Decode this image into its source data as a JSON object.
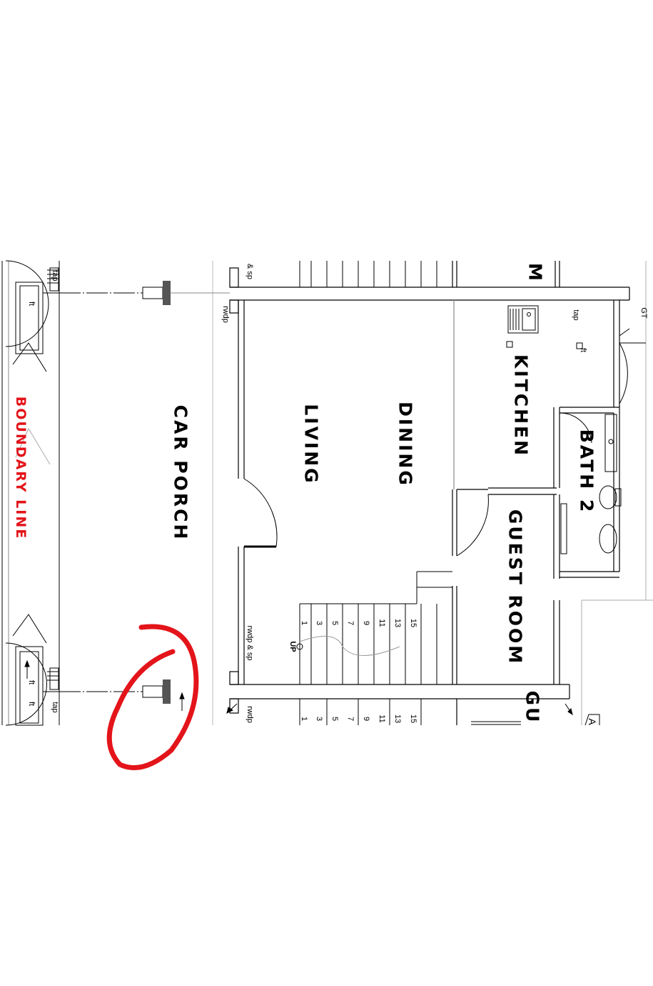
{
  "labels": {
    "boundary": "BOUNDARY LINE",
    "car_porch": "CAR PORCH",
    "living": "LIVING",
    "dining": "DINING",
    "kitchen": "KITCHEN",
    "bath2": "BATH 2",
    "guest_room": "GUEST ROOM",
    "guest_partial": "GU",
    "m_partial": "M",
    "gt": "GT",
    "up": "UP"
  },
  "annotations": {
    "tap_top_left": "tap",
    "ft_top_left": "ft",
    "tap_bottom_left": "tap",
    "ft_bottom_left_1": "ft",
    "ft_bottom_left_2": "ft",
    "sp_top": "& sp",
    "rwdp_top": "rwdp",
    "rwdp_sp_bottom": "rwdp & sp",
    "rwdp_bottom": "rwdp",
    "tap_kitchen": "tap",
    "ft_kitchen": "ft",
    "a_partial": "A"
  },
  "stair_numbers": [
    "1",
    "3",
    "5",
    "7",
    "9",
    "11",
    "13",
    "15"
  ],
  "stair_numbers_lower": [
    "1",
    "3",
    "5",
    "7",
    "9",
    "11",
    "13",
    "15"
  ],
  "colors": {
    "boundary": "#e3141a",
    "markup_circle": "#e3141a",
    "walls": "#000000",
    "column": "#555555"
  }
}
